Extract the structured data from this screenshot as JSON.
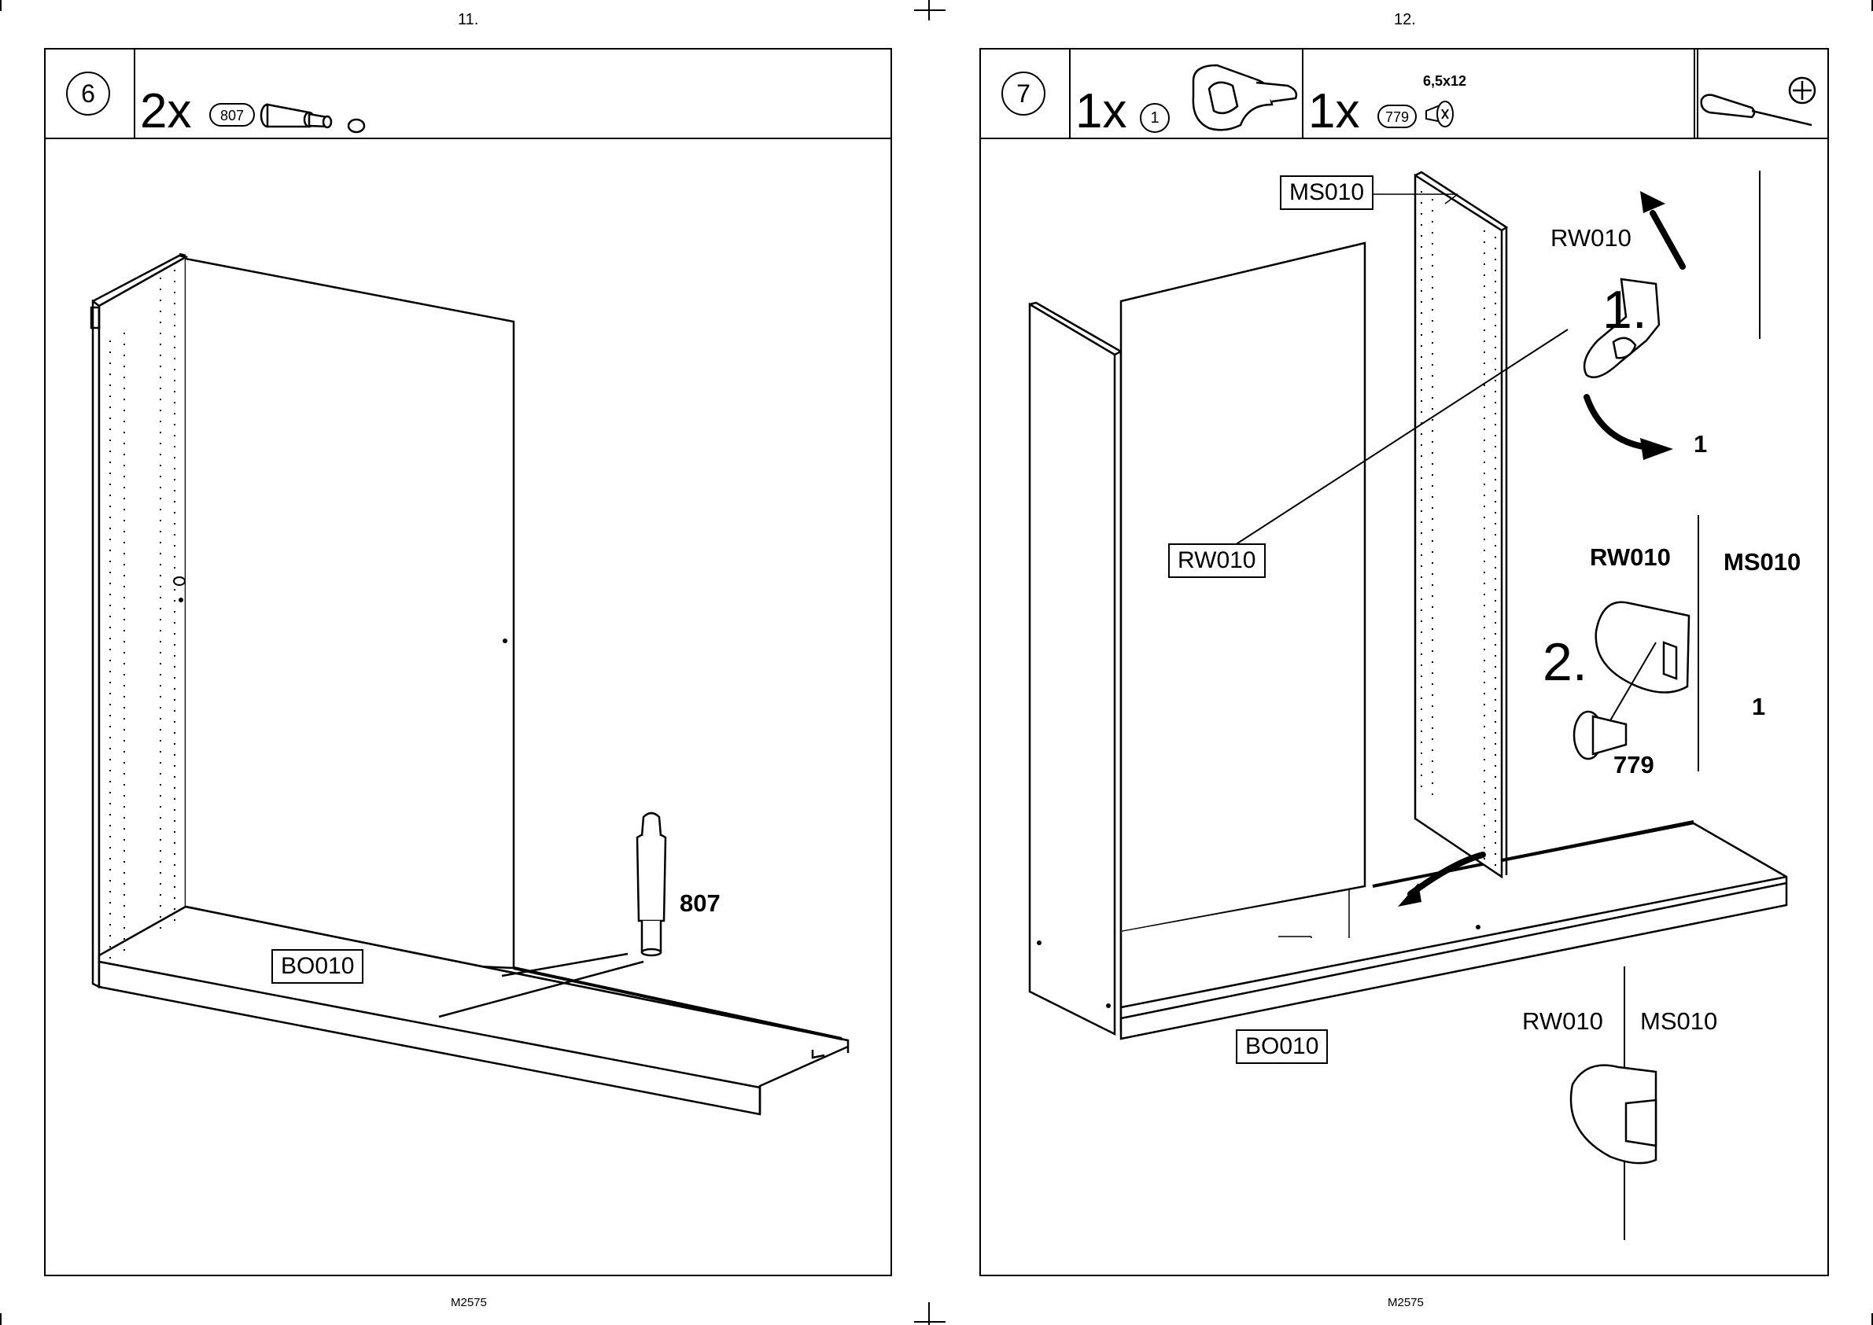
{
  "pages": {
    "left_number": "11.",
    "right_number": "12.",
    "left_footer": "M2575",
    "right_footer": "M2575"
  },
  "left_panel": {
    "step": "6",
    "parts": {
      "qty": "2x",
      "part_no": "807"
    },
    "tags": {
      "bottom": "BO010"
    },
    "labels": {
      "dowel": "807"
    }
  },
  "right_panel": {
    "step": "7",
    "parts": [
      {
        "qty": "1x",
        "part_no": "1"
      },
      {
        "qty": "1x",
        "part_no": "779",
        "size": "6,5x12"
      }
    ],
    "tags": {
      "middle_side": "MS010",
      "rear_wall": "RW010",
      "bottom": "BO010"
    },
    "detail": {
      "step1": "1.",
      "step2": "2.",
      "rw_1": "RW010",
      "part_1a": "1",
      "rw_2": "RW010",
      "ms_2": "MS010",
      "part_1b": "1",
      "screw": "779",
      "rw_3": "RW010",
      "ms_3": "MS010"
    }
  }
}
